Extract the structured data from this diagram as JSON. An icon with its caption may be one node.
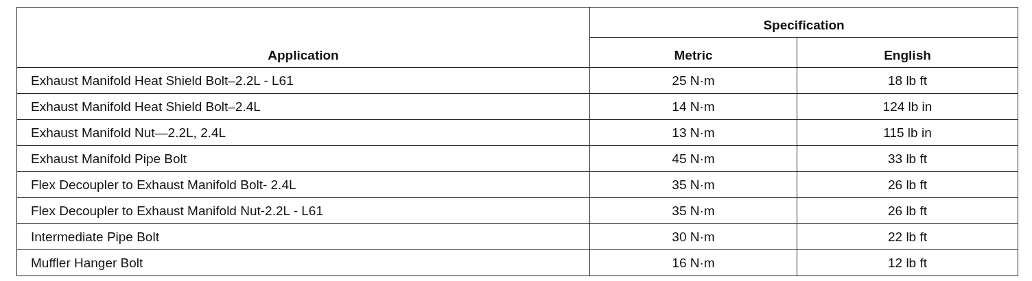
{
  "diagram": {
    "labels": [
      "Application",
      "Specification",
      "Metric",
      "English",
      "Exhaust Manifold Heat Shield Bolt–2.2L - L61",
      "25 N·m",
      "18 lb ft",
      "Exhaust Manifold Heat Shield Bolt–2.4L",
      "14 N·m",
      "124 lb in",
      "Exhaust Manifold Nut—2.2L, 2.4L",
      "13 N·m",
      "115 lb in",
      "Exhaust Manifold Pipe Bolt",
      "45 N·m",
      "33 lb ft",
      "Flex Decoupler to Exhaust Manifold Bolt- 2.4L",
      "35 N·m",
      "26 lb ft",
      "Flex Decoupler to Exhaust Manifold Nut-2.2L - L61",
      "35 N·m",
      "26 lb ft",
      "Intermediate Pipe Bolt",
      "30 N·m",
      "22 lb ft",
      "Muffler Hanger Bolt",
      "16 N·m",
      "12 lb ft"
    ]
  }
}
